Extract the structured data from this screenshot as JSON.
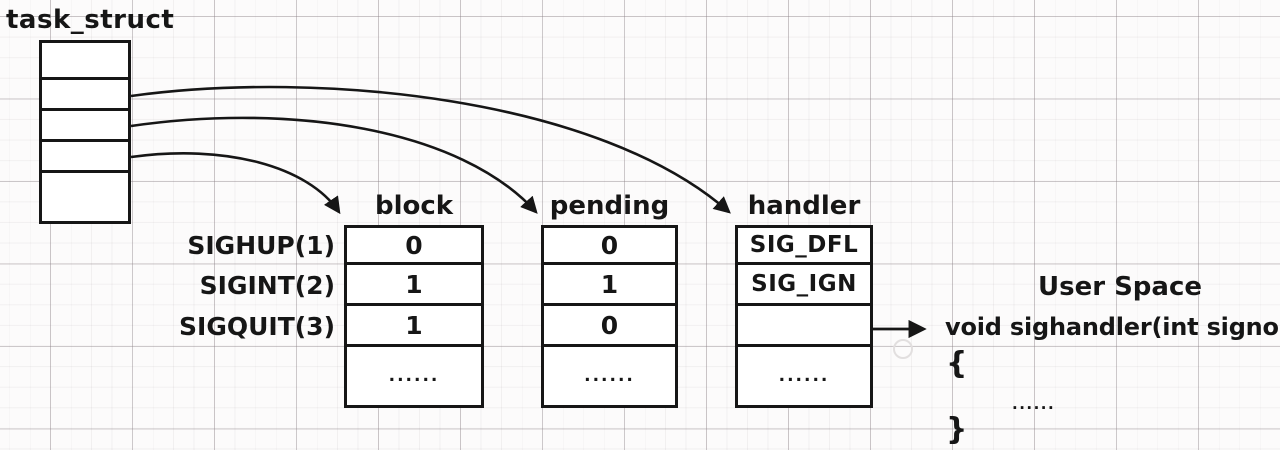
{
  "colors": {
    "ink": "#161616",
    "background": "#fcfbfb",
    "grid_major": "#c9c2c5"
  },
  "task_struct": {
    "label": "task_struct",
    "row_count": 5
  },
  "signal_labels": [
    "SIGHUP(1)",
    "SIGINT(2)",
    "SIGQUIT(3)"
  ],
  "tables": {
    "block": {
      "header": "block",
      "values": [
        "0",
        "1",
        "1",
        "......"
      ]
    },
    "pending": {
      "header": "pending",
      "values": [
        "0",
        "1",
        "0",
        "......"
      ]
    },
    "handler": {
      "header": "handler",
      "values": [
        "SIG_DFL",
        "SIG_IGN",
        "",
        "......"
      ]
    }
  },
  "user_space": {
    "title": "User Space",
    "signature": "void sighandler(int signo)",
    "open_brace": "{",
    "body": "......",
    "close_brace": "}"
  }
}
